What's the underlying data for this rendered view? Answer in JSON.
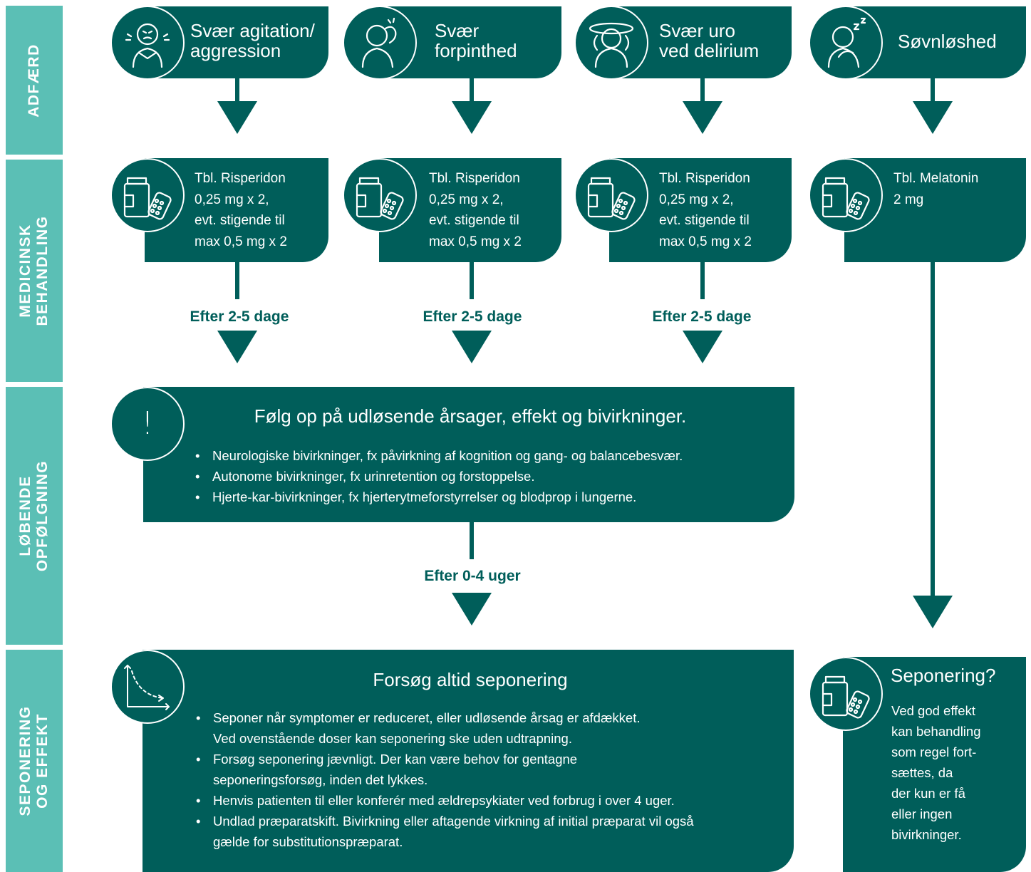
{
  "sidebar": {
    "adfaerd": [
      "ADFÆRD"
    ],
    "medicinsk": [
      "MEDICINSK",
      "BEHANDLING"
    ],
    "lobende": [
      "LØBENDE",
      "OPFØLGNING"
    ],
    "seponering": [
      "SEPONERING",
      "OG EFFEKT"
    ]
  },
  "behaviors": [
    {
      "lines": [
        "Svær agitation/",
        "aggression"
      ],
      "icon": "agitated-person-icon"
    },
    {
      "lines": [
        "Svær",
        "forpinthed"
      ],
      "icon": "distressed-person-icon"
    },
    {
      "lines": [
        "Svær uro",
        "ved delirium"
      ],
      "icon": "delirium-person-icon"
    },
    {
      "lines": [
        "Søvnløshed"
      ],
      "icon": "sleepless-person-icon"
    }
  ],
  "medications": [
    {
      "lines": [
        "Tbl. Risperidon",
        "0,25 mg x 2,",
        "evt. stigende til",
        "max 0,5 mg x 2"
      ],
      "icon": "medicine-bottle-icon"
    },
    {
      "lines": [
        "Tbl. Risperidon",
        "0,25 mg x 2,",
        "evt. stigende til",
        "max 0,5 mg x 2"
      ],
      "icon": "medicine-bottle-icon"
    },
    {
      "lines": [
        "Tbl. Risperidon",
        "0,25 mg x 2,",
        "evt. stigende til",
        "max 0,5 mg x 2"
      ],
      "icon": "medicine-bottle-icon"
    },
    {
      "lines": [
        "Tbl. Melatonin",
        "2 mg"
      ],
      "icon": "medicine-bottle-icon"
    }
  ],
  "after_labels": {
    "days": "Efter 2-5 dage",
    "weeks": "Efter 0-4 uger"
  },
  "followup": {
    "title": "Følg op på udløsende årsager, effekt og bivirkninger.",
    "icon_glyph": "!",
    "bullets": [
      "Neurologiske bivirkninger, fx påvirkning af kognition og gang- og balancebesvær.",
      "Autonome bivirkninger, fx urinretention og forstoppelse.",
      "Hjerte-kar-bivirkninger, fx hjerterytmeforstyrrelser og blodprop i lungerne."
    ]
  },
  "seponering": {
    "title": "Forsøg altid seponering",
    "icon": "declining-curve-icon",
    "bullets": [
      [
        "Seponer når symptomer er reduceret, eller udløsende årsag er afdækket.",
        "Ved ovenstående doser kan seponering ske uden udtrapning."
      ],
      [
        "Forsøg seponering jævnligt. Der kan være behov for gentagne",
        "seponeringsforsøg, inden det lykkes."
      ],
      [
        "Henvis patienten til eller konferér med ældrepsykiater ved forbrug i over 4 uger."
      ],
      [
        "Undlad præparatskift. Bivirkning eller aftagende virkning af initial præparat vil også",
        "gælde for substitutionspræparat."
      ]
    ]
  },
  "melatonin_stop": {
    "title": "Seponering?",
    "lines": [
      "Ved god effekt",
      "kan behandling",
      "som regel fort-",
      "sættes, da",
      "der kun er få",
      "eller ingen",
      "bivirkninger."
    ]
  },
  "colors": {
    "dark_teal": "#005e5a",
    "light_teal": "#5bbfb5"
  }
}
